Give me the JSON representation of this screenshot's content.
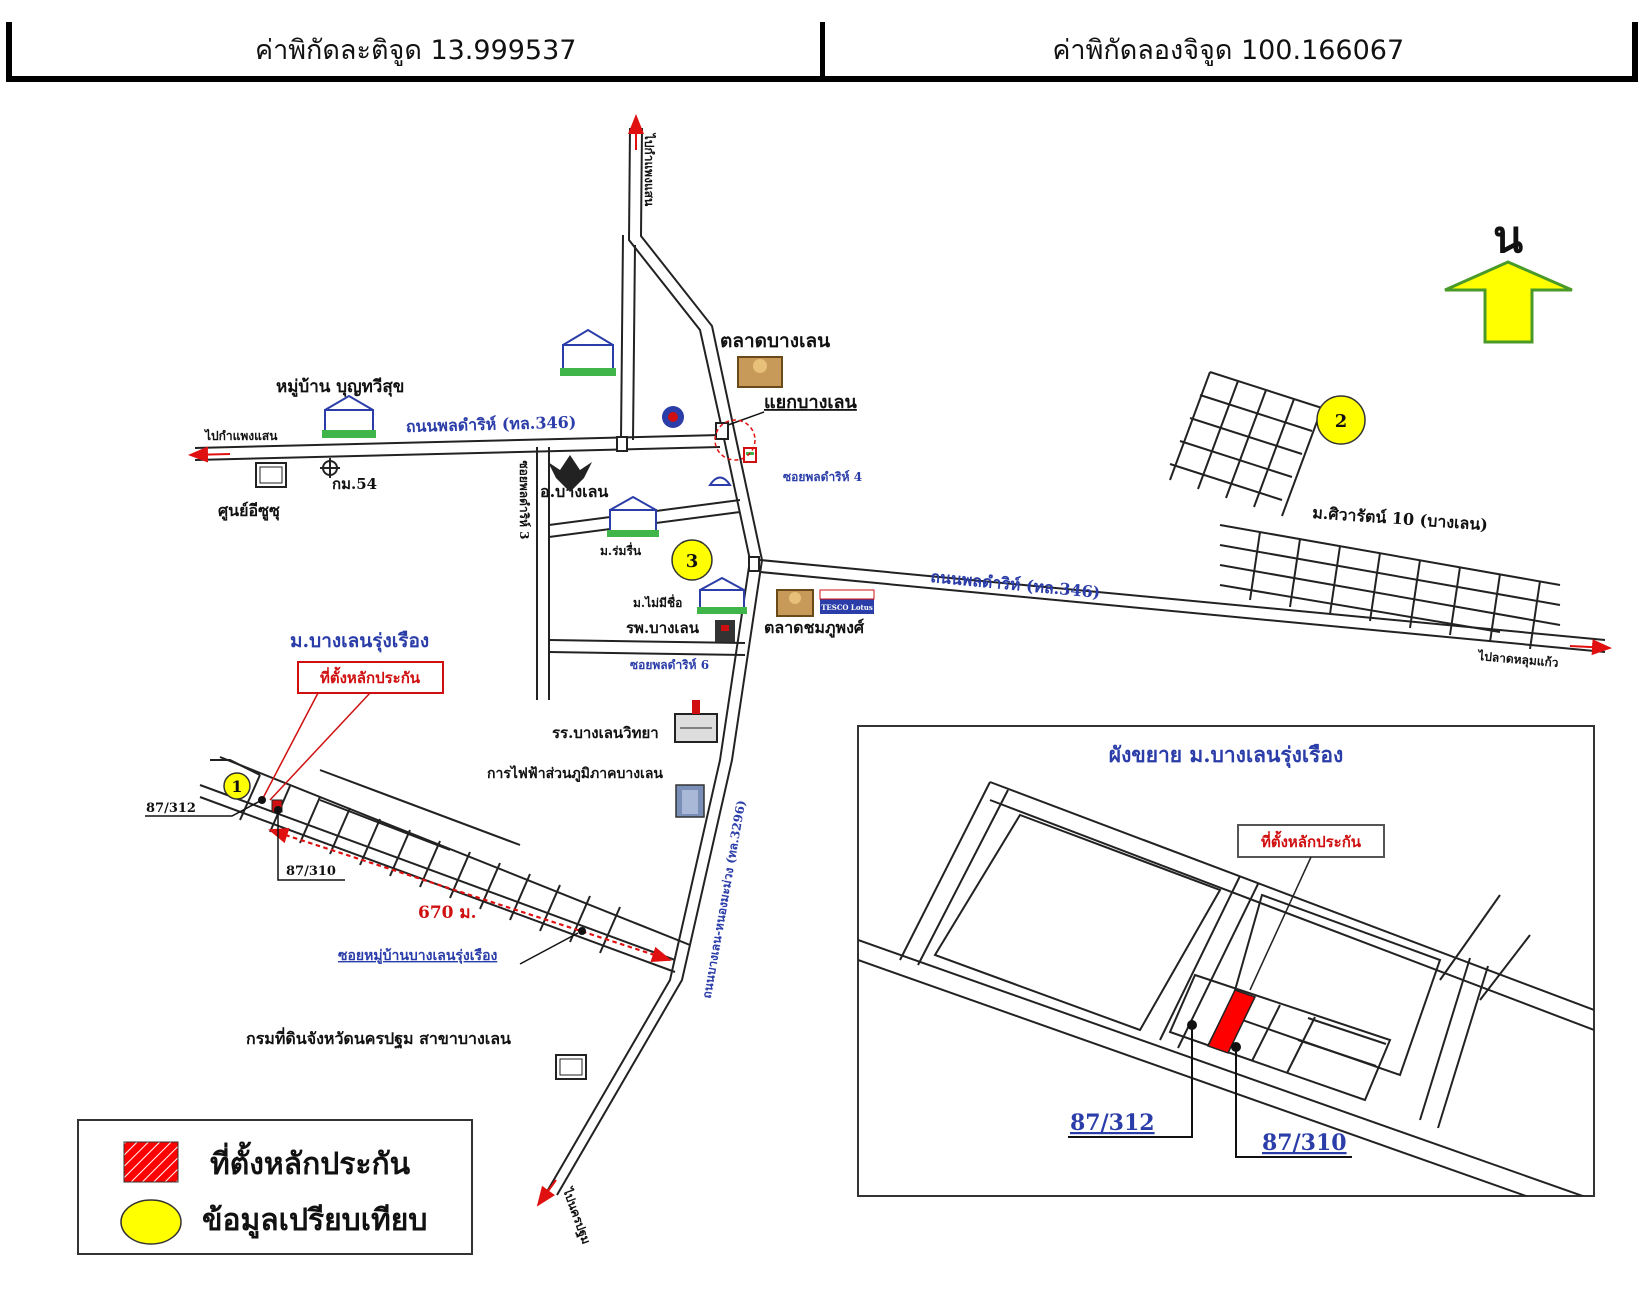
{
  "header": {
    "latitude": "ค่าพิกัดละติจูด 13.999537",
    "longitude": "ค่าพิกัดลองจิจูด 100.166067"
  },
  "north": {
    "label": "น",
    "arrow_color": "#ffff00"
  },
  "roads": {
    "north_end": "ไปกำแพงแสน",
    "west_end": "ไปกำแพงแสน",
    "main_road_1": "ถนนพลดำริห์ (ทล.346)",
    "main_road_2": "ถนนพลดำริห์ (ทล.346)",
    "east_end": "ไปลาดหลุมแก้ว",
    "south_end": "ไปนครปฐม",
    "highway_3296": "ถนนบางเลน-หนองมะม่วง (ทล.3296)",
    "soi_3": "ซอยพลดำริห์ 3",
    "soi_4": "ซอยพลดำริห์ 4",
    "soi_6": "ซอยพลดำริห์ 6",
    "soi_village": "ซอยหมู่บ้านบางเลนรุ่งเรือง"
  },
  "places": {
    "market": "ตลาดบางเลน",
    "junction": "แยกบางเลน",
    "village_boonsuk": "หมู่บ้าน บุญทวีสุข",
    "km54": "กม.54",
    "zuzu": "ศูนย์อีซูซุ",
    "district": "อ.บางเลน",
    "rom_rein": "ม.ร่มรื่น",
    "no_name": "ม.ไม่มีชื่อ",
    "hospital": "รพ.บางเลน",
    "chomphu_market": "ตลาดชมภูพงศ์",
    "siwarat": "ม.ศิวารัตน์ 10 (บางเลน)",
    "village_rungruang": "ม.บางเลนรุ่งเรือง",
    "school": "รร.บางเลนวิทยา",
    "electric": "การไฟฟ้าส่วนภูมิภาคบางเลน",
    "land_office": "กรมที่ดินจังหวัดนครปฐม สาขาบางเลน",
    "tesco": "TESCO Lotus"
  },
  "collateral_label": "ที่ตั้งหลักประกัน",
  "plots": {
    "a": "87/312",
    "b": "87/310"
  },
  "distance": "670 ม.",
  "markers": [
    "1",
    "2",
    "3"
  ],
  "inset": {
    "title": "ผังขยาย ม.บางเลนรุ่งเรือง",
    "collateral_label": "ที่ตั้งหลักประกัน",
    "plot_a": "87/312",
    "plot_b": "87/310"
  },
  "legend": {
    "collateral": "ที่ตั้งหลักประกัน",
    "comparison": "ข้อมูลเปรียบเทียบ"
  },
  "colors": {
    "collateral": "#ff0000",
    "comparison": "#ffff00",
    "road_label": "#2b3da8",
    "arrow": "#e01010"
  }
}
